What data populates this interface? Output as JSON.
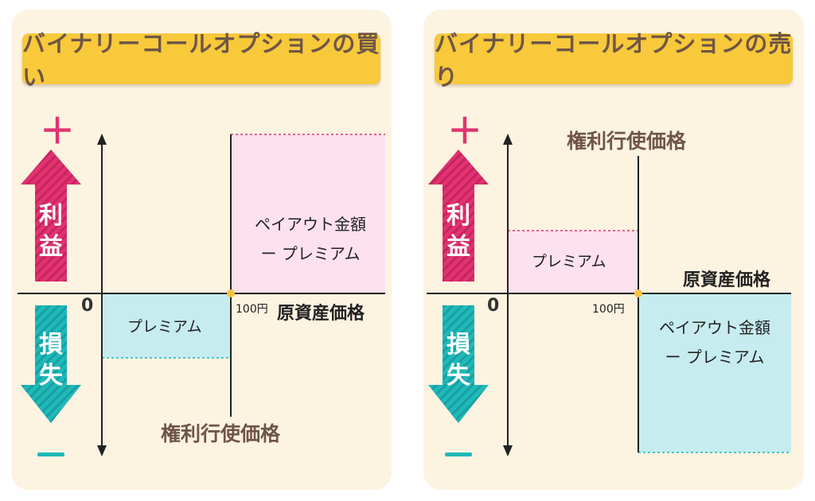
{
  "panels": [
    {
      "id": "buy",
      "title": "バイナリーコールオプションの買い",
      "plus_sign": "＋",
      "minus_sign": "－",
      "profit_label": [
        "利",
        "益"
      ],
      "loss_label": [
        "損",
        "失"
      ],
      "zero_label": "0",
      "price_label": "100円",
      "x_axis_label": "原資産価格",
      "strike_label": "権利行使価格",
      "premium_label": "プレミアム",
      "payout_label_line1": "ペイアウト金額",
      "payout_label_line2": "ー プレミアム"
    },
    {
      "id": "sell",
      "title": "バイナリーコールオプションの売り",
      "plus_sign": "＋",
      "minus_sign": "－",
      "profit_label": [
        "利",
        "益"
      ],
      "loss_label": [
        "損",
        "失"
      ],
      "zero_label": "0",
      "price_label": "100円",
      "x_axis_label": "原資産価格",
      "strike_label": "権利行使価格",
      "premium_label": "プレミアム",
      "payout_label_line1": "ペイアウト金額",
      "payout_label_line2": "ー プレミアム"
    }
  ],
  "colors": {
    "panel_bg": "#fdf3e1",
    "title_bg": "#f7c93b",
    "title_text": "#6f5547",
    "profit": "#e0336f",
    "loss": "#1fb9b9",
    "pink_fill": "#fde2ee",
    "blue_fill": "#c6ecef",
    "strike_dot": "#f5c342"
  }
}
